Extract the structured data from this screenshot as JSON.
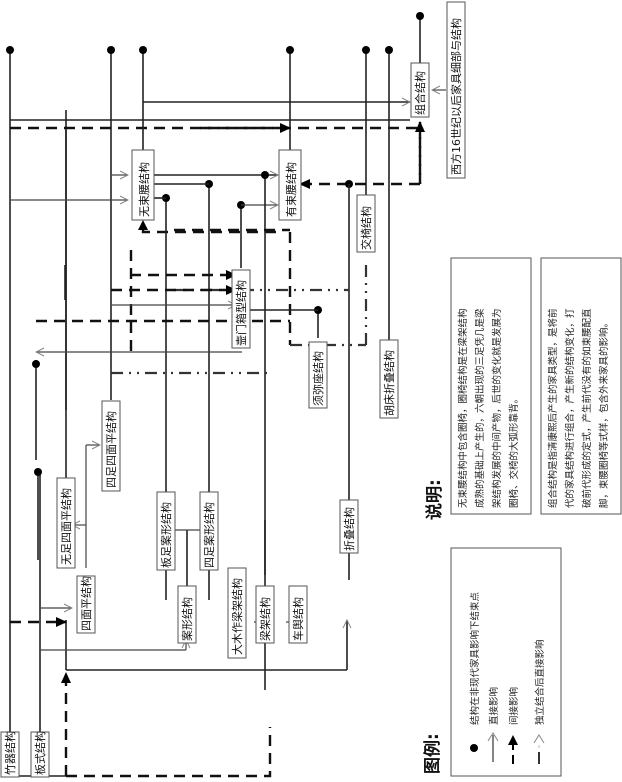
{
  "nodes": {
    "bamboo": "竹器结构",
    "board": "板式结构",
    "four_side_flat": "四面平结构",
    "no_leg_four_side_flat": "无足四面平结构",
    "four_leg_four_side_flat": "四足四面平结构",
    "table_form": "案形结构",
    "board_leg_table": "板足案形结构",
    "four_leg_table": "四足案形结构",
    "big_wood_beam": "大木作梁架结构",
    "beam_frame": "梁架结构",
    "carriage": "车舆结构",
    "folding": "折叠结构",
    "no_waist": "无束腰结构",
    "kunmen_box": "壸门箱型结构",
    "sumeru": "须弥座结构",
    "waisted": "有束腰结构",
    "jiaoyi": "交椅结构",
    "hu_bed": "胡床折叠结构",
    "combined": "组合结构",
    "western": "西方16世纪以后家具细部与结构"
  },
  "notes": {
    "title": "说明:",
    "note1": [
      "无束腰结构中包含圈椅，圈椅结构是在梁架结构",
      "成熟的基础上产生的，六朝出现的三足凭几是梁",
      "架结构发展的中间产物，后世的变化就是发展为",
      "圈椅、交椅的大弧形靠背。"
    ],
    "note2": [
      "组合结构是指清康熙后产生的家具类型，是将前",
      "代的家具结构进行组合，产生新的结构变化，打",
      "破前代形成的定式，产生前代没有的如束腰配直",
      "脚，束腰圈椅等式样，包含外来家具的影响。"
    ]
  },
  "legend": {
    "title": "图例:",
    "items": [
      {
        "symbol": "dot",
        "label": "结构在非现代家具影响下结束点"
      },
      {
        "symbol": "solid-arrow-open",
        "label": "直接影响"
      },
      {
        "symbol": "dashed-arrow-filled",
        "label": "间接影响"
      },
      {
        "symbol": "dashdot-arrow-open",
        "label": "独立结合后直接影响"
      }
    ]
  }
}
